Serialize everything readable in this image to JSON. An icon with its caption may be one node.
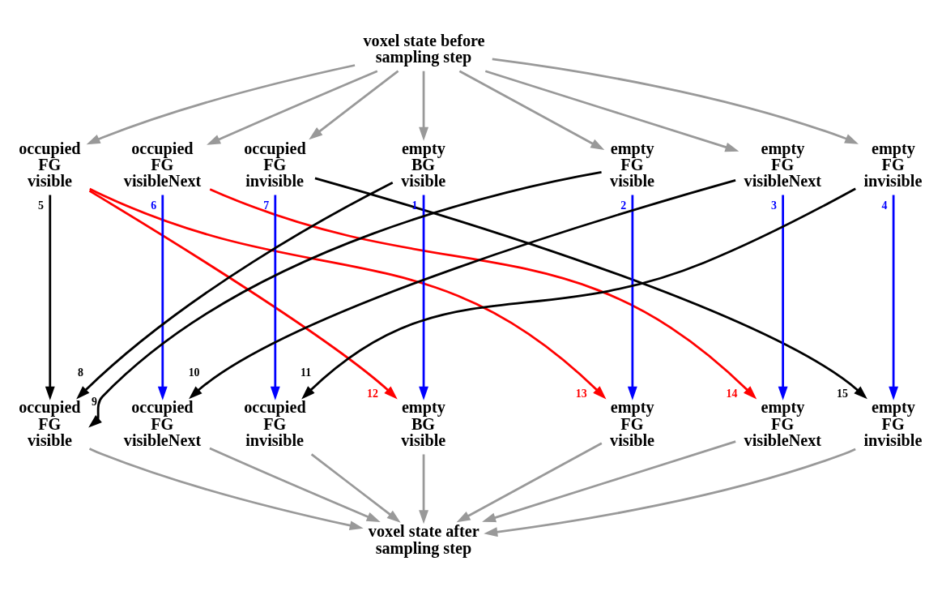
{
  "diagram": {
    "nodes": [
      {
        "text": [
          "voxel state before sampling step"
        ]
      },
      {
        "text": [
          "occupied FG visible"
        ]
      },
      {
        "text": [
          "occupied FG visibleNext"
        ]
      },
      {
        "text": [
          "occupied FG invisible"
        ]
      },
      {
        "text": [
          "empty BG visible"
        ]
      },
      {
        "text": [
          "empty FG visible"
        ]
      },
      {
        "text": [
          "empty FG visibleNext"
        ]
      },
      {
        "text": [
          "empty FG invisible"
        ]
      },
      {
        "text": [
          "occupied FG visible"
        ]
      },
      {
        "text": [
          "occupied FG visibleNext"
        ]
      },
      {
        "text": [
          "occupied FG invisible"
        ]
      },
      {
        "text": [
          "empty BG visible"
        ]
      },
      {
        "text": [
          "empty FG visible"
        ]
      },
      {
        "text": [
          "empty FG visibleNext"
        ]
      },
      {
        "text": [
          "empty FG invisible"
        ]
      },
      {
        "text": [
          "voxel state after sampling step"
        ]
      }
    ],
    "edges": [
      {
        "from": 0,
        "to": 1,
        "arrow": "to"
      },
      {
        "from": 0,
        "to": 2,
        "arrow": "to"
      },
      {
        "from": 0,
        "to": 3,
        "arrow": "to"
      },
      {
        "from": 0,
        "to": 4,
        "arrow": "to"
      },
      {
        "from": 0,
        "to": 5,
        "arrow": "to"
      },
      {
        "from": 0,
        "to": 6,
        "arrow": "to"
      },
      {
        "from": 0,
        "to": 7,
        "arrow": "to"
      },
      {
        "from": 4,
        "to": 11,
        "arrow": "to",
        "label": "1",
        "color": "#0000ff"
      },
      {
        "from": 5,
        "to": 12,
        "arrow": "to",
        "label": "2",
        "color": "#0000ff"
      },
      {
        "from": 6,
        "to": 13,
        "arrow": "to",
        "label": "3",
        "color": "#0000ff"
      },
      {
        "from": 7,
        "to": 14,
        "arrow": "to",
        "label": "4",
        "color": "#0000ff"
      },
      {
        "from": 1,
        "to": 8,
        "arrow": "to",
        "label": "5",
        "color": "#000000"
      },
      {
        "from": 2,
        "to": 9,
        "arrow": "to",
        "label": "6",
        "color": "#0000ff"
      },
      {
        "from": 3,
        "to": 10,
        "arrow": "to",
        "label": "7",
        "color": "#0000ff"
      },
      {
        "from": 4,
        "to": 8,
        "arrow": "to",
        "label": "8",
        "color": "#000000"
      },
      {
        "from": 5,
        "to": 8,
        "arrow": "to",
        "label": "9",
        "color": "#000000"
      },
      {
        "from": 6,
        "to": 9,
        "arrow": "to",
        "label": "10",
        "color": "#000000"
      },
      {
        "from": 7,
        "to": 10,
        "arrow": "to",
        "label": "11",
        "color": "#000000"
      },
      {
        "from": 1,
        "to": 11,
        "arrow": "to",
        "label": "12",
        "color": "#ff0000"
      },
      {
        "from": 1,
        "to": 12,
        "arrow": "to",
        "label": "13",
        "color": "#ff0000"
      },
      {
        "from": 2,
        "to": 13,
        "arrow": "to",
        "label": "14",
        "color": "#ff0000"
      },
      {
        "from": 3,
        "to": 14,
        "arrow": "to",
        "label": "15",
        "color": "#000000"
      },
      {
        "from": 8,
        "to": 15,
        "arrow": "to"
      },
      {
        "from": 9,
        "to": 15,
        "arrow": "to"
      },
      {
        "from": 10,
        "to": 15,
        "arrow": "to"
      },
      {
        "from": 11,
        "to": 15,
        "arrow": "to"
      },
      {
        "from": 12,
        "to": 15,
        "arrow": "to"
      },
      {
        "from": 13,
        "to": 15,
        "arrow": "to"
      },
      {
        "from": 14,
        "to": 15,
        "arrow": "to"
      }
    ]
  }
}
